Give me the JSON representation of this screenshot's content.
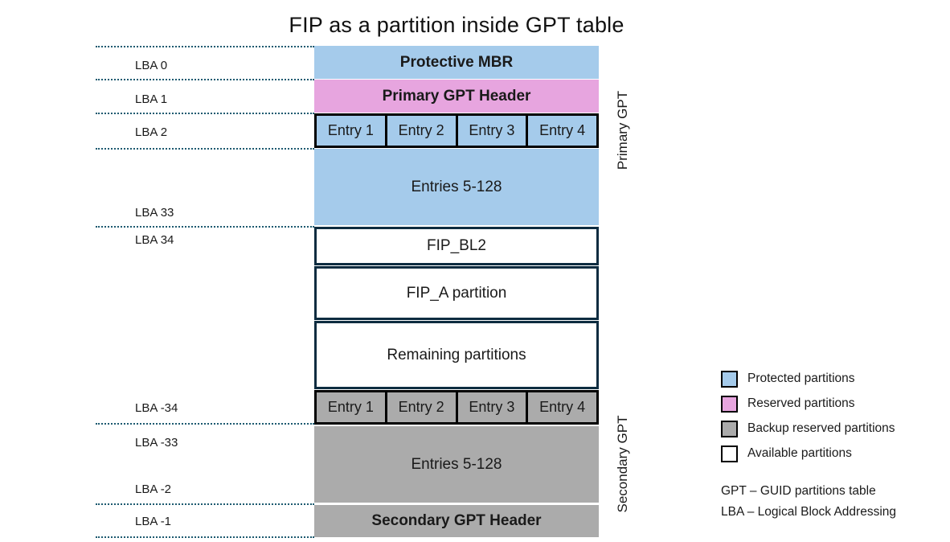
{
  "title": "FIP as a partition inside GPT table",
  "colors": {
    "protected": "#A5CBEB",
    "reserved": "#E7A5DF",
    "backup": "#ABABAB",
    "available": "#FFFFFF",
    "boundary_dotted_line": "#1D5A70",
    "partition_border": "#0D2C40",
    "entry_cell_border": "#000000",
    "text": "#1A1A1A"
  },
  "diagram": {
    "lba_labels": [
      "LBA 0",
      "LBA 1",
      "LBA 2",
      "LBA 33",
      "LBA 34",
      "LBA -34",
      "LBA -33",
      "LBA -2",
      "LBA -1"
    ],
    "blocks": {
      "protective_mbr": "Protective MBR",
      "primary_gpt_header": "Primary GPT Header",
      "primary_entries": [
        "Entry 1",
        "Entry 2",
        "Entry 3",
        "Entry 4"
      ],
      "primary_entries_rest": "Entries 5-128",
      "fip_bl2": "FIP_BL2",
      "fip_a": "FIP_A partition",
      "remaining": "Remaining partitions",
      "secondary_entries": [
        "Entry 1",
        "Entry 2",
        "Entry 3",
        "Entry 4"
      ],
      "secondary_entries_rest": "Entries 5-128",
      "secondary_gpt_header": "Secondary GPT Header"
    },
    "side_labels": {
      "primary": "Primary GPT",
      "secondary": "Secondary GPT"
    }
  },
  "legend": {
    "items": [
      {
        "label": "Protected partitions",
        "color": "#A5CBEB"
      },
      {
        "label": "Reserved partitions",
        "color": "#E7A5DF"
      },
      {
        "label": "Backup reserved partitions",
        "color": "#ABABAB"
      },
      {
        "label": "Available partitions",
        "color": "#FFFFFF"
      }
    ],
    "abbreviations": [
      "GPT – GUID partitions table",
      "LBA – Logical Block Addressing"
    ]
  }
}
